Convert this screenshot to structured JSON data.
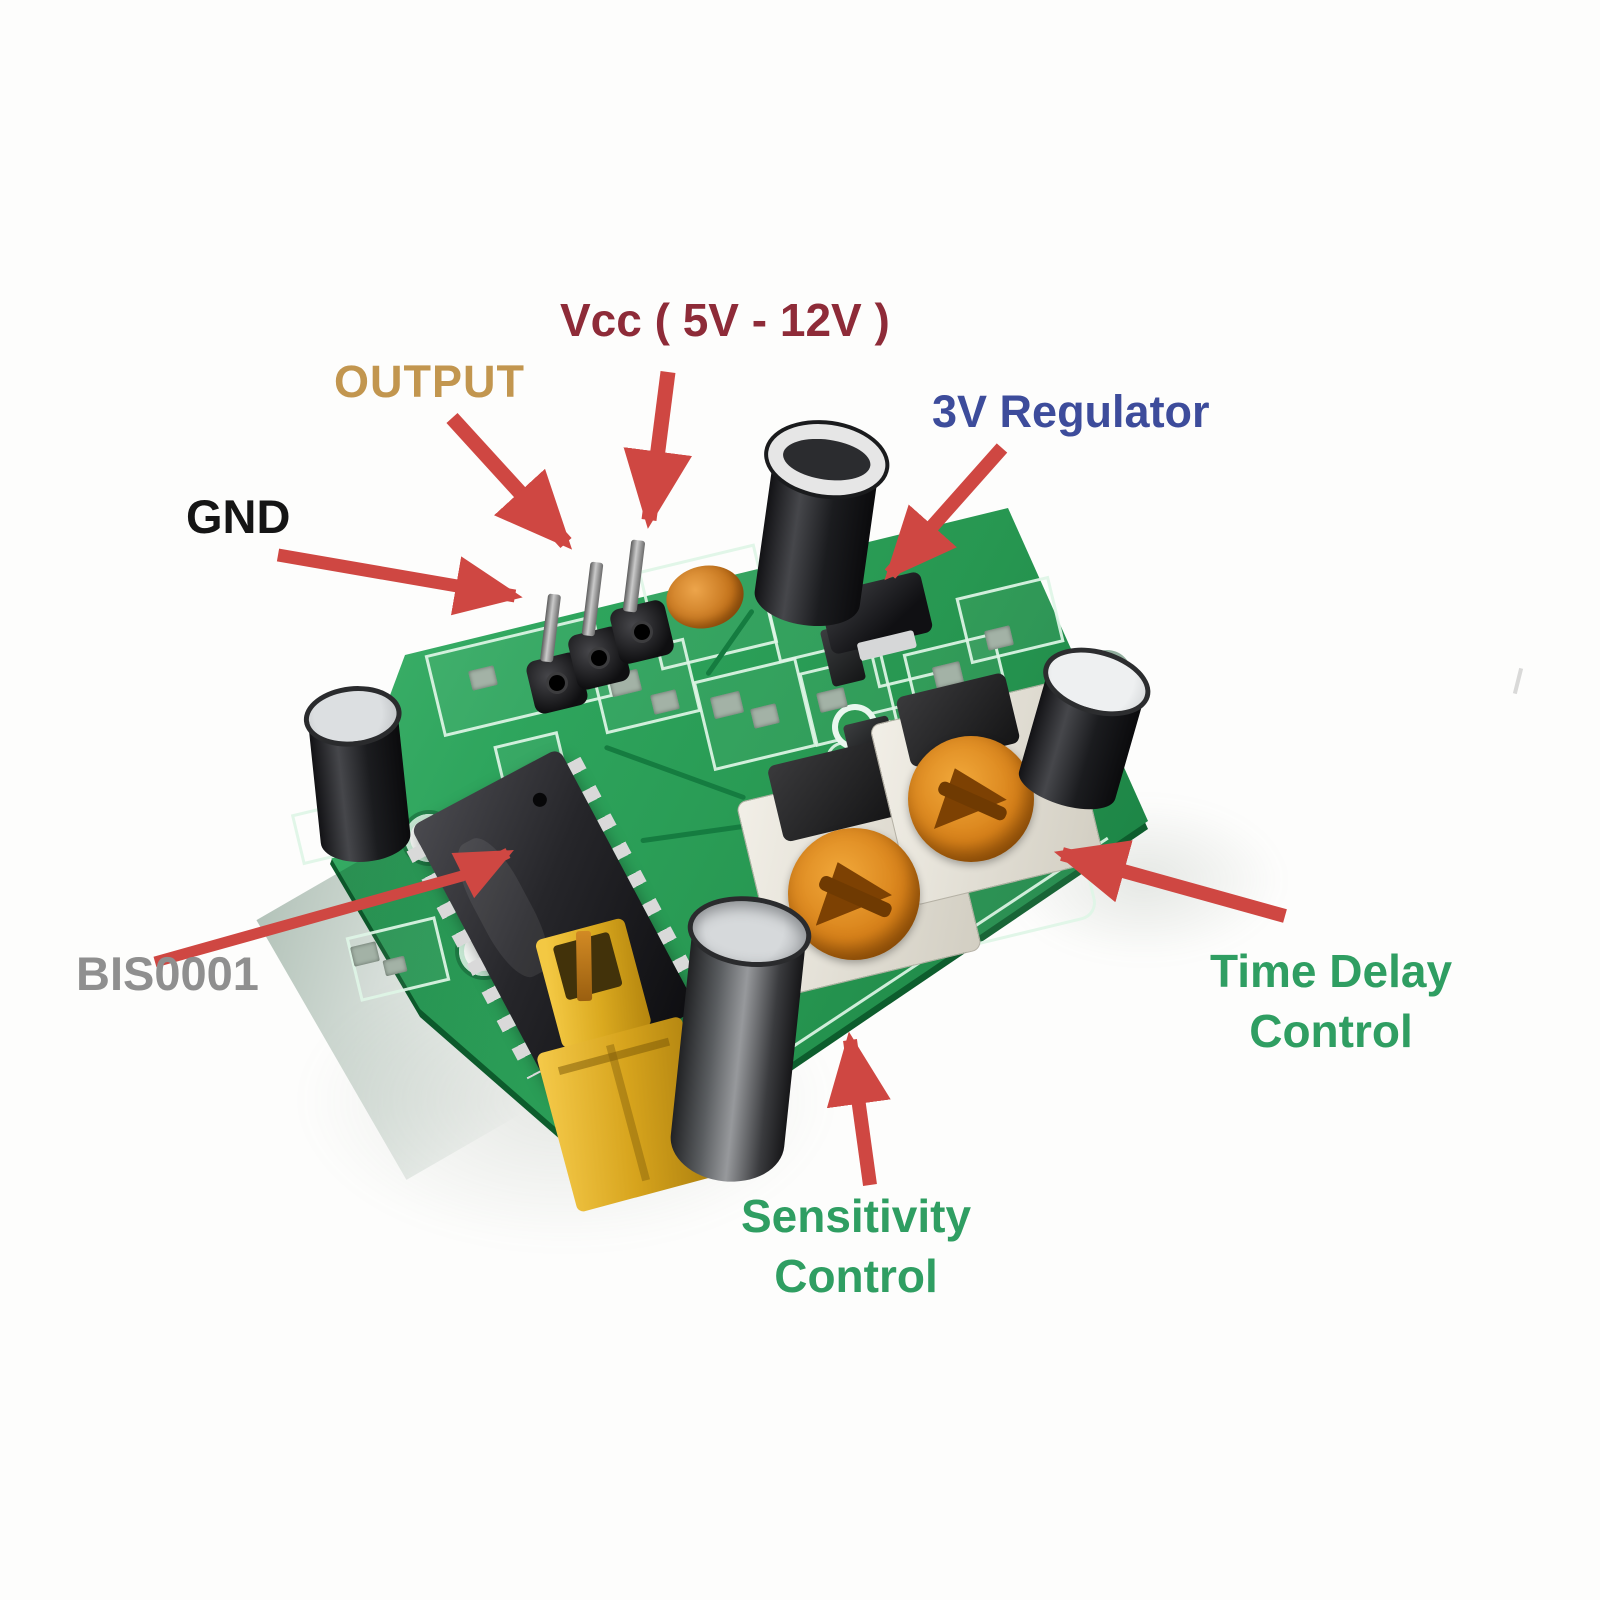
{
  "labels": {
    "gnd": {
      "text": "GND",
      "color": "#151515"
    },
    "output": {
      "text": "OUTPUT",
      "color": "#c2964f"
    },
    "vcc": {
      "text": "Vcc ( 5V - 12V )",
      "color": "#8e2b38"
    },
    "regulator": {
      "text": "3V Regulator",
      "color": "#3d4c9b"
    },
    "chip": {
      "text": "BIS0001",
      "color": "#8f8f8f"
    },
    "time_delay": {
      "line1": "Time Delay",
      "line2": "Control",
      "color": "#2f9e62"
    },
    "sensitivity": {
      "line1": "Sensitivity",
      "line2": "Control",
      "color": "#2f9e62"
    }
  },
  "colors": {
    "arrow": "#cf4742",
    "pcb_green": "#2aa058",
    "silkscreen": "#d9f3e3",
    "trimpot_orange": "#d8821a",
    "jumper_yellow": "#e3b02a",
    "capacitor_body": "#1b1c1f",
    "background": "#fdfdfc"
  }
}
